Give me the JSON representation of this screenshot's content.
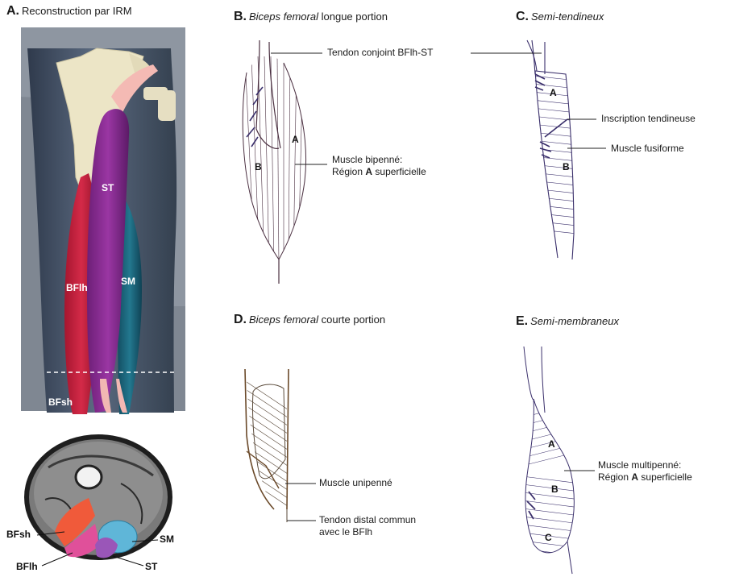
{
  "panels": {
    "A": {
      "letter": "A.",
      "title": "Reconstruction par IRM",
      "muscles": {
        "st": "ST",
        "bflh": "BFlh",
        "sm": "SM",
        "bfsh": "BFsh"
      },
      "section_labels": {
        "bfsh": "BFsh",
        "bflh": "BFlh",
        "sm": "SM",
        "st": "ST"
      }
    },
    "B": {
      "letter": "B.",
      "title_italic": "Biceps femoral",
      "title_rest": "longue portion",
      "region_a": "A",
      "region_b": "B",
      "tendon_label": "Tendon conjoint BFlh-ST",
      "muscle_type_1": "Muscle bipenné:",
      "muscle_type_2_pre": "Région",
      "muscle_type_2_bold": "A",
      "muscle_type_2_post": "superficielle"
    },
    "C": {
      "letter": "C.",
      "title_italic": "Semi-tendineux",
      "region_a": "A",
      "region_b": "B",
      "label_1": "Inscription tendineuse",
      "label_2": "Muscle fusiforme"
    },
    "D": {
      "letter": "D.",
      "title_italic": "Biceps femoral",
      "title_rest": "courte portion",
      "label_1": "Muscle unipenné",
      "label_2_line1": "Tendon distal commun",
      "label_2_line2": "avec le BFlh"
    },
    "E": {
      "letter": "E.",
      "title_italic": "Semi-membraneux",
      "region_a": "A",
      "region_b": "B",
      "region_c": "C",
      "label_1": "Muscle multipenné:",
      "label_2_pre": "Région",
      "label_2_bold": "A",
      "label_2_post": "superficielle"
    }
  },
  "colors": {
    "bflh": "#c8203f",
    "st": "#8a2a92",
    "sm": "#1d6b82",
    "bfsh": "#f05a3a",
    "bone": "#eee7cc",
    "tendon": "#f2b8b3",
    "thigh": "#4f5d72",
    "ink": "#3a2f6b"
  }
}
